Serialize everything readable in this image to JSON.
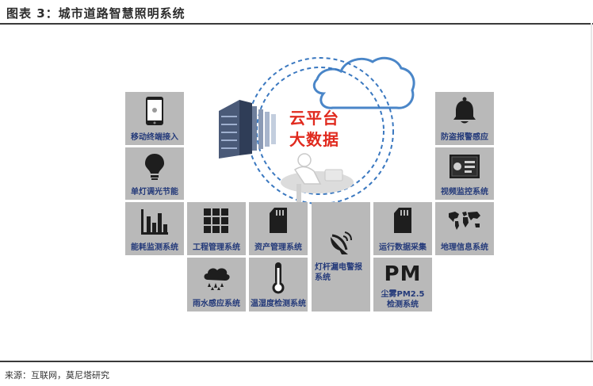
{
  "figure": {
    "title": "图表 3：城市道路智慧照明系统",
    "source": "来源：互联网，莫尼塔研究"
  },
  "center": {
    "line1": "云平台",
    "line2": "大数据"
  },
  "tiles": {
    "mobile": "移动终端接入",
    "lamp": "单灯调光节能",
    "energy": "能耗监测系统",
    "engineering": "工程管理系统",
    "asset": "资产管理系统",
    "leak": "灯杆漏电警报系统",
    "ops": "运行数据采集",
    "geo": "地理信息系统",
    "theft": "防盗报警感应",
    "video": "视频监控系统",
    "rain": "雨水感应系统",
    "temp": "温湿度检测系统",
    "pm_label": "PM",
    "pm_line1": "尘雾PM2.5",
    "pm_line2": "检测系统"
  },
  "colors": {
    "tile": "#b9b9b9",
    "label": "#243a7a",
    "accent": "#e02a1e",
    "cloud": "#4a86c8"
  }
}
